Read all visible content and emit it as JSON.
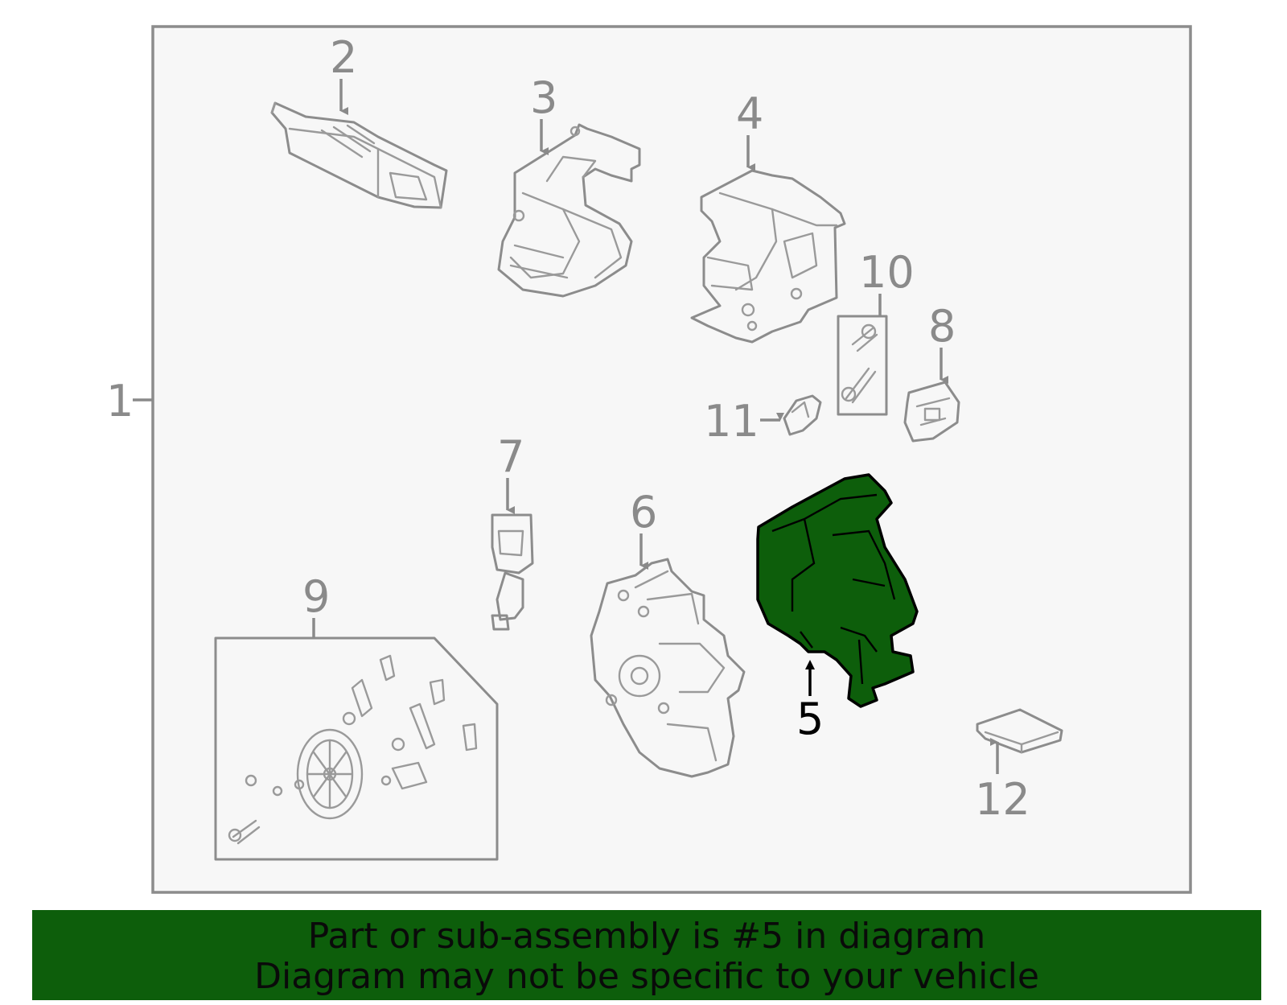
{
  "callouts": [
    {
      "id": "1",
      "label": "1"
    },
    {
      "id": "2",
      "label": "2"
    },
    {
      "id": "3",
      "label": "3"
    },
    {
      "id": "4",
      "label": "4"
    },
    {
      "id": "5",
      "label": "5",
      "highlighted": true
    },
    {
      "id": "6",
      "label": "6"
    },
    {
      "id": "7",
      "label": "7"
    },
    {
      "id": "8",
      "label": "8"
    },
    {
      "id": "9",
      "label": "9"
    },
    {
      "id": "10",
      "label": "10"
    },
    {
      "id": "11",
      "label": "11"
    },
    {
      "id": "12",
      "label": "12"
    }
  ],
  "highlight_color": "#0d5e0b",
  "banner": {
    "line1": "Part or sub-assembly is #5 in diagram",
    "line2": "Diagram may not be specific to your vehicle"
  }
}
